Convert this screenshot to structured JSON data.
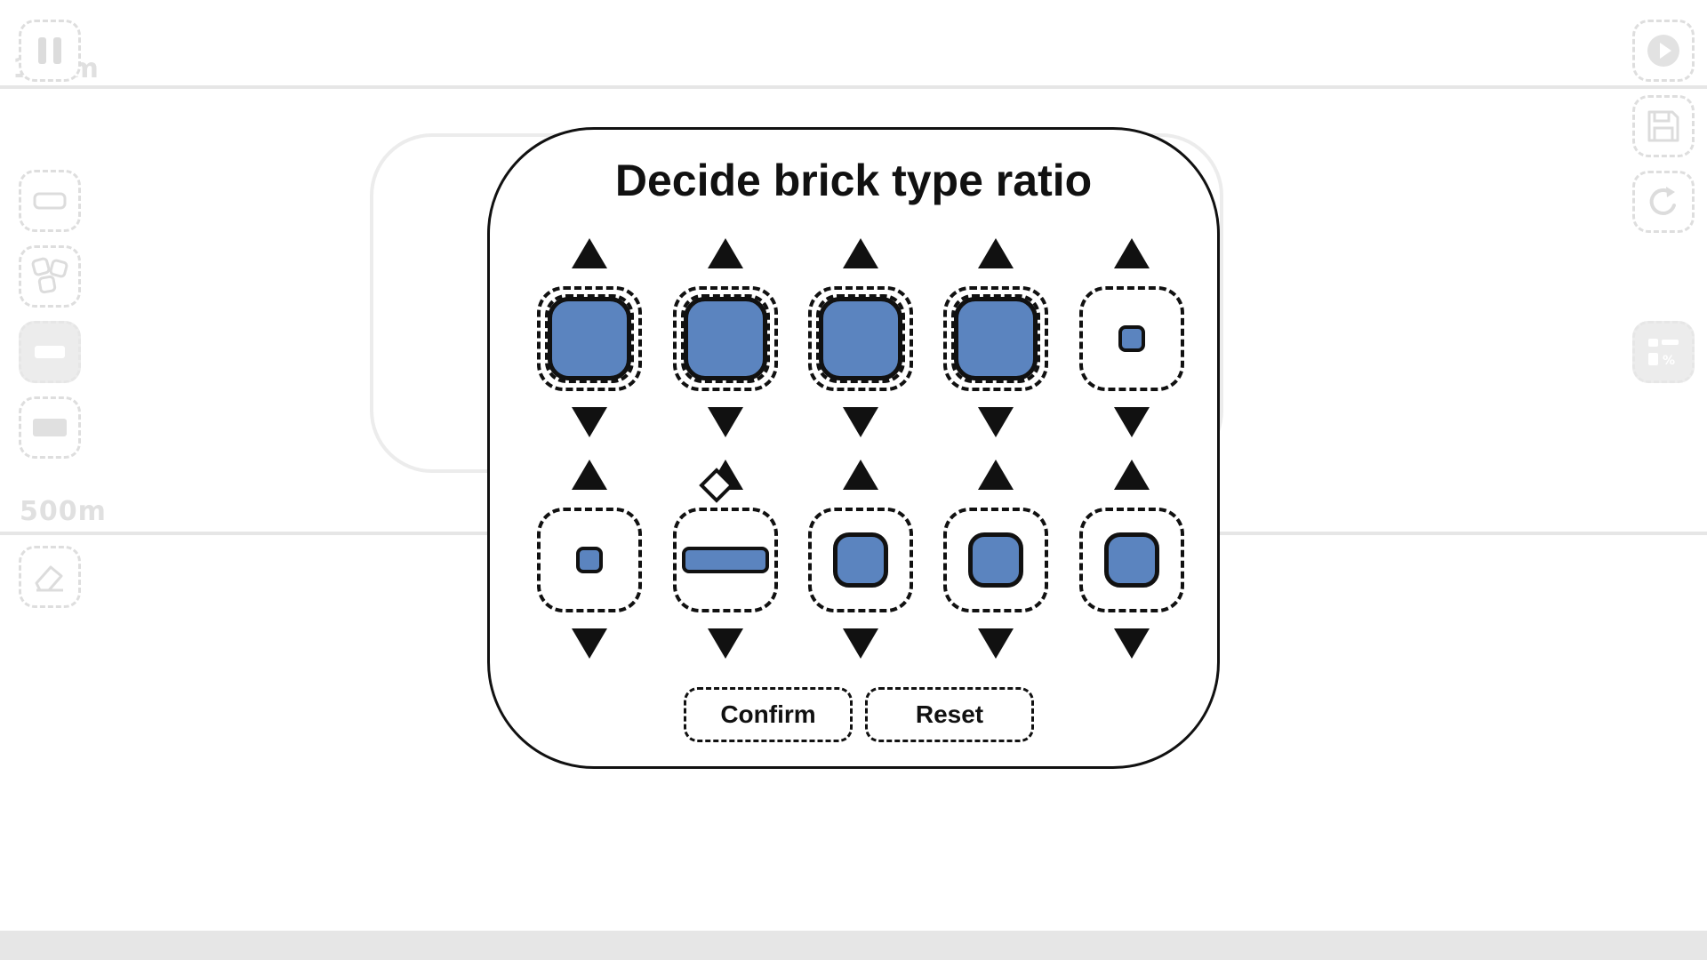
{
  "background": {
    "depth_top": "100m",
    "depth_mid": "500m",
    "left_tools": [
      "pause-icon",
      "brick-outline-icon",
      "brick-shapes-icon",
      "brick-flat-icon",
      "brick-wide-icon",
      "eraser-icon"
    ],
    "right_tools": [
      "play-icon",
      "save-icon",
      "reset-icon",
      "ratio-icon"
    ]
  },
  "modal": {
    "title": "Decide brick type ratio",
    "rows": [
      {
        "slots": [
          {
            "brick": "large",
            "selected": true
          },
          {
            "brick": "large",
            "selected": true
          },
          {
            "brick": "large",
            "selected": true
          },
          {
            "brick": "large",
            "selected": true
          },
          {
            "brick": "small",
            "selected": false
          }
        ]
      },
      {
        "slots": [
          {
            "brick": "small",
            "selected": false
          },
          {
            "brick": "long",
            "selected": false
          },
          {
            "brick": "medium",
            "selected": false
          },
          {
            "brick": "medium",
            "selected": false
          },
          {
            "brick": "medium",
            "selected": false
          }
        ]
      }
    ],
    "confirm_label": "Confirm",
    "reset_label": "Reset"
  },
  "colors": {
    "brick_fill": "#5b84bf",
    "outline": "#111111",
    "faded": "#e0e0e0"
  }
}
